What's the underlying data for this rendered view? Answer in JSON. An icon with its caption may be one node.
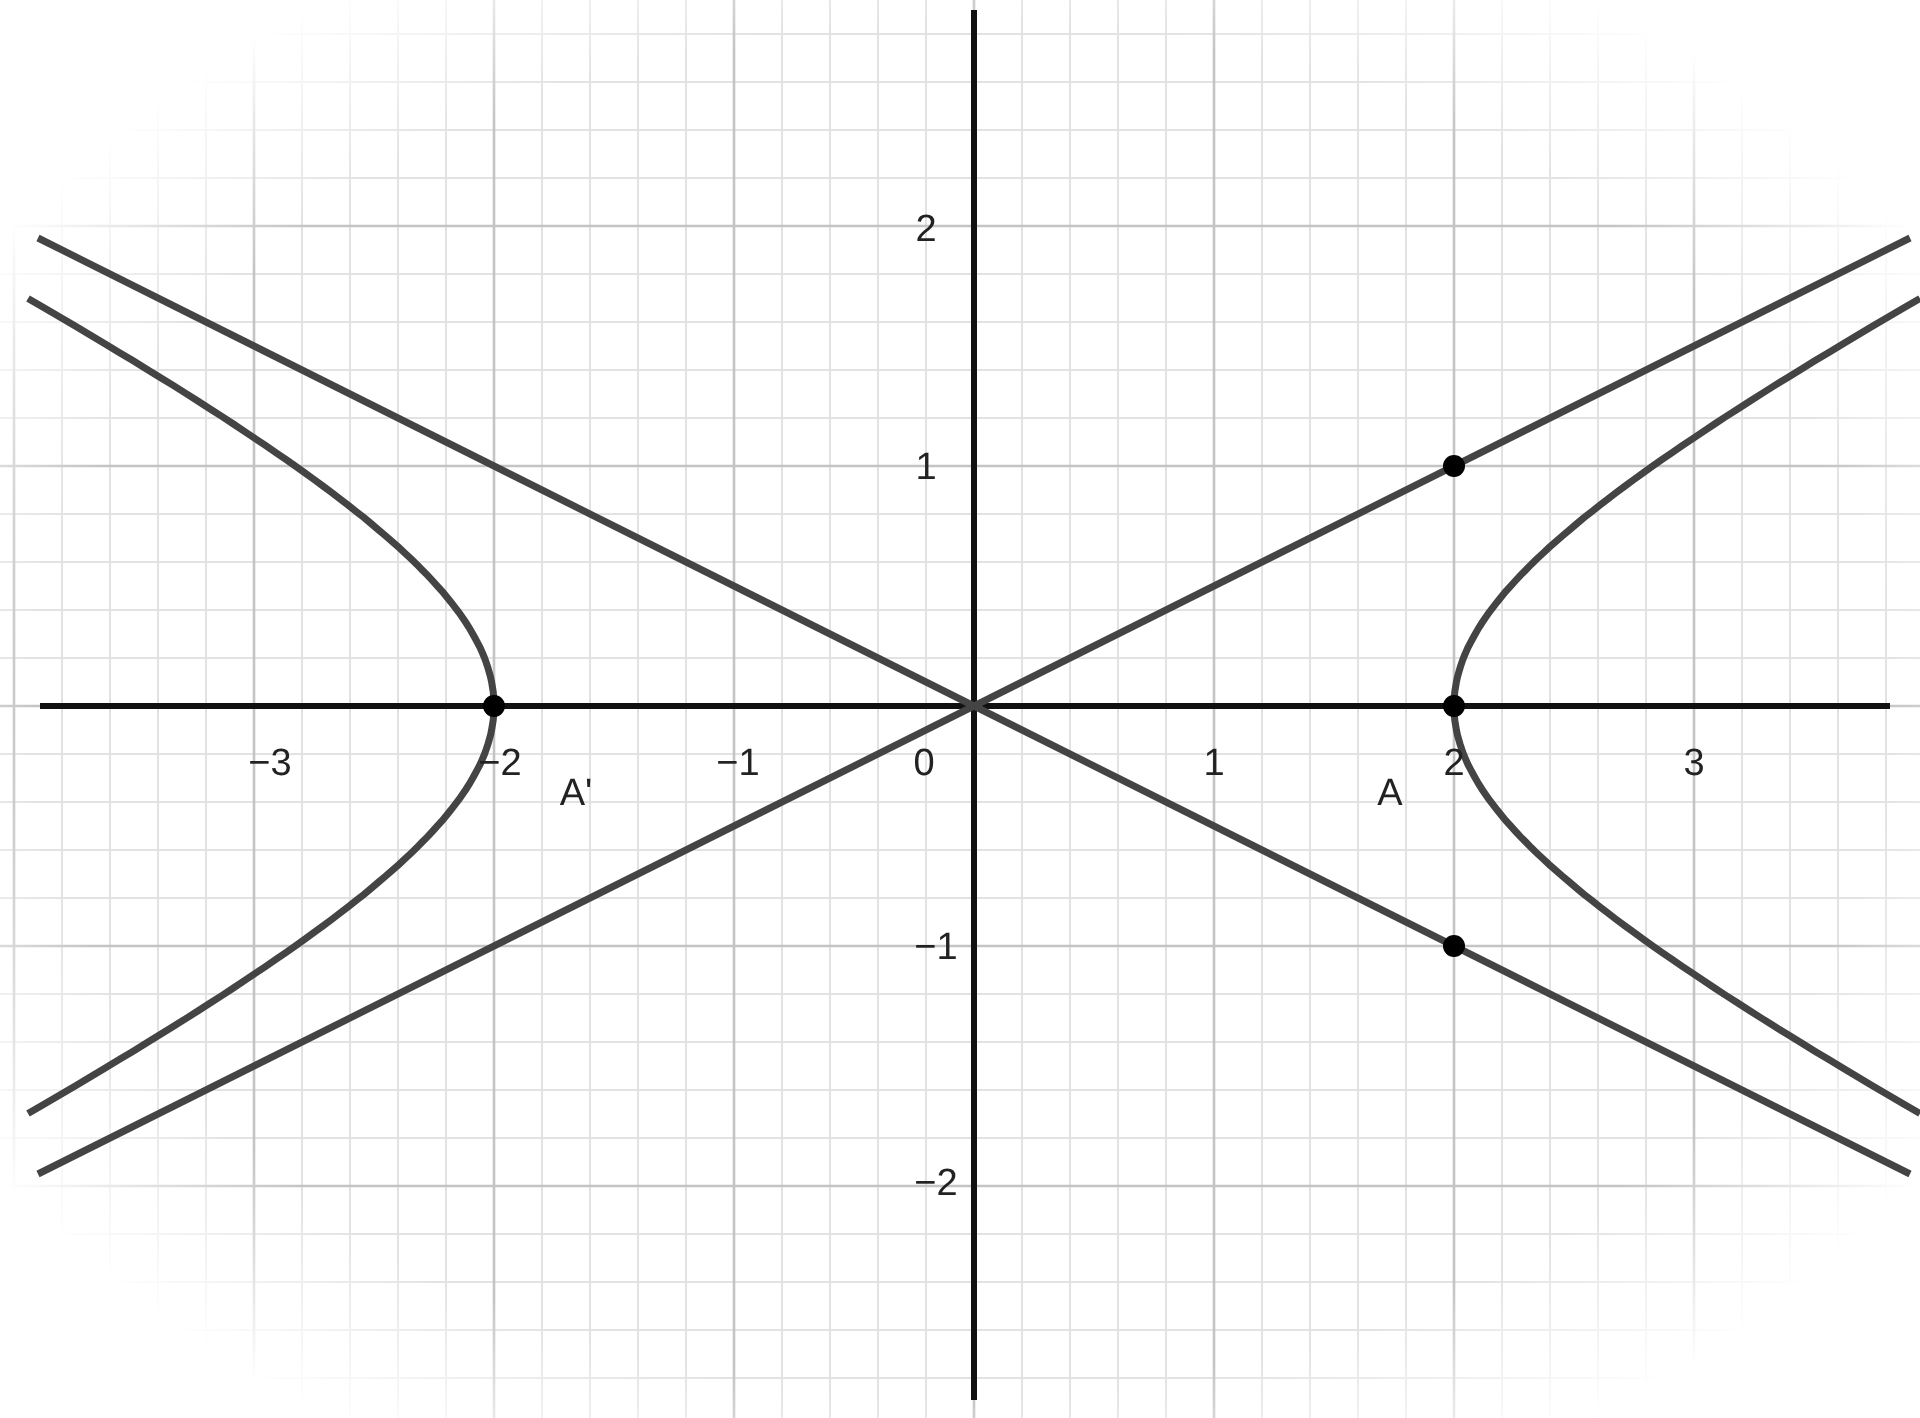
{
  "diagram": {
    "labels": [
      "2",
      "1",
      "−3",
      "−2",
      "A'",
      "−1",
      "0",
      "1",
      "A",
      "2",
      "3",
      "−1",
      "−2"
    ]
  }
}
